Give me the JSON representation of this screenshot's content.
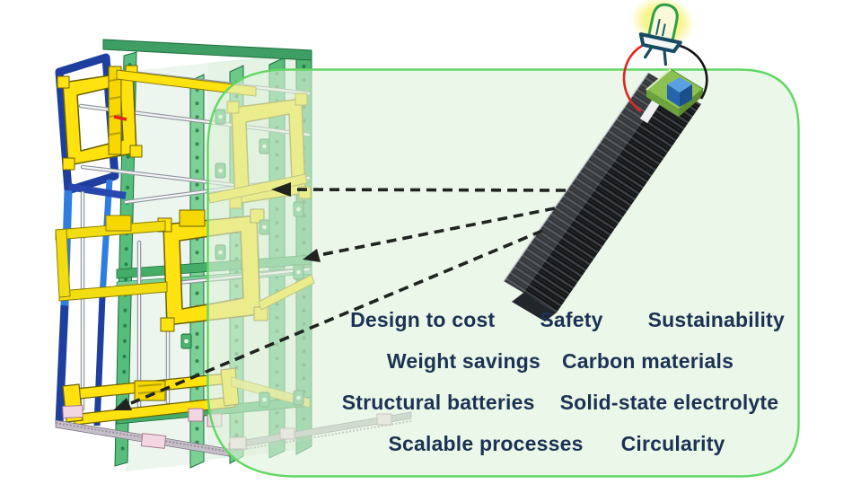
{
  "panel": {
    "fill": "#e9f5e4",
    "border_color": "#62d765"
  },
  "keywords": {
    "text_color": "#1c3254",
    "rows": [
      {
        "items": [
          "Design to cost",
          "Safety",
          "Sustainability"
        ]
      },
      {
        "items": [
          "Weight savings",
          "Carbon materials"
        ]
      },
      {
        "items": [
          "Structural batteries",
          "Solid-state electrolyte"
        ]
      },
      {
        "items": [
          "Scalable processes",
          "Circularity"
        ]
      }
    ]
  },
  "illustration": {
    "rack": {
      "green_rail": "#4db36f",
      "green_dark": "#1c6f3d",
      "green_pale": "#e4f3e6",
      "yellow": "#ffe20f",
      "yellow_dark": "#6b6000",
      "blue_dark": "#1e3f9e",
      "blue_light": "#2e7de0",
      "rod_gray": "#8e949c",
      "base_gray": "#c6bfc9",
      "pad_pink": "#f2d7e2",
      "red_mark": "#e8201e"
    },
    "beam": {
      "body_black": "#161616",
      "cap_green": "#8cc152",
      "cube_blue": "#2465ab",
      "tab_white": "#f0f0f0"
    },
    "led": {
      "glow_yellow": "#f8f57e",
      "outline_green": "#2f9e47",
      "base_navy": "#174a63",
      "wire_red": "#e02423",
      "wire_black": "#141414"
    },
    "arrows": {
      "color": "#1f2420",
      "style": "dashed",
      "count": 3
    }
  }
}
